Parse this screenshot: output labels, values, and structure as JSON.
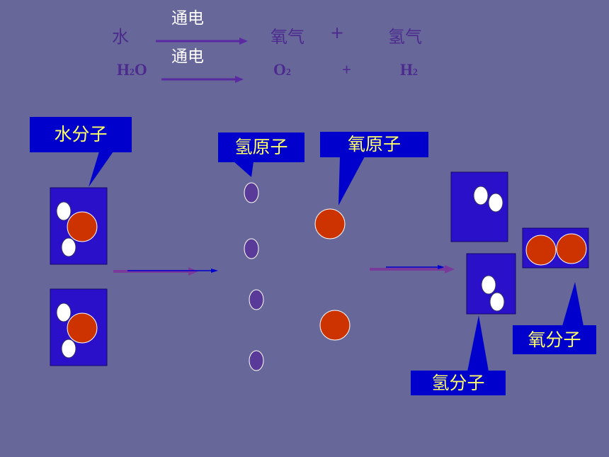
{
  "equation_words": {
    "reactant": "水",
    "condition": "通电",
    "product1": "氧气",
    "plus": "+",
    "product2": "氢气"
  },
  "equation_formula": {
    "condition": "通电",
    "reactant_main": "H",
    "reactant_sub": "2",
    "reactant_end": "O",
    "product1_main": "O",
    "product1_sub": "2",
    "plus": "+",
    "product2_main": "H",
    "product2_sub": "2"
  },
  "callouts": {
    "water_molecule": "水分子",
    "hydrogen_atom": "氢原子",
    "oxygen_atom": "氧原子",
    "hydrogen_molecule": "氢分子",
    "oxygen_molecule": "氧分子"
  },
  "colors": {
    "background": "#67679a",
    "callout_box": "#0000cc",
    "callout_text": "#ffff66",
    "molecule_panel": "#2a10c8",
    "oxygen_atom": "#cc3300",
    "hydrogen_atom": "#ffffff",
    "hydrogen_atom_dark": "#5a3a98",
    "text_dark": "#4c2a8e"
  }
}
